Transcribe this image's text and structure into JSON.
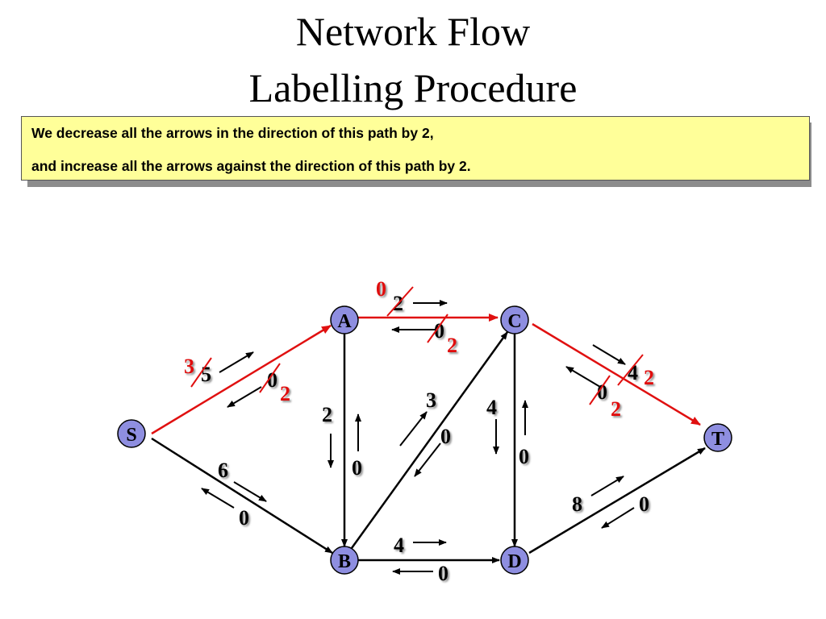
{
  "title": {
    "line1": "Network Flow",
    "line2": "Labelling Procedure"
  },
  "note": {
    "line1": "We decrease all the arrows in the direction of this path by 2,",
    "line2": "and increase all the arrows against the direction of this path by 2."
  },
  "colors": {
    "path": "#e01010",
    "edge": "#000000",
    "node_fill": "#8e8ee0",
    "note_bg": "#ffff99",
    "highlight": "#e01010"
  },
  "nodes": {
    "S": "S",
    "A": "A",
    "B": "B",
    "C": "C",
    "D": "D",
    "T": "T"
  },
  "labels": {
    "sa_fwd_old": "5",
    "sa_fwd_new": "3",
    "sa_bwd_old": "0",
    "sa_bwd_new": "2",
    "ac_fwd_old": "2",
    "ac_fwd_new": "0",
    "ac_bwd_old": "0",
    "ac_bwd_new": "2",
    "ct_fwd_old": "4",
    "ct_fwd_new": "2",
    "ct_bwd_old": "0",
    "ct_bwd_new": "2",
    "ab_fwd": "2",
    "ab_bwd": "0",
    "bc_fwd": "3",
    "bc_bwd": "0",
    "cd_fwd": "4",
    "cd_bwd": "0",
    "sb_fwd": "6",
    "sb_bwd": "0",
    "bd_fwd": "4",
    "bd_bwd": "0",
    "dt_fwd": "8",
    "dt_bwd": "0"
  }
}
